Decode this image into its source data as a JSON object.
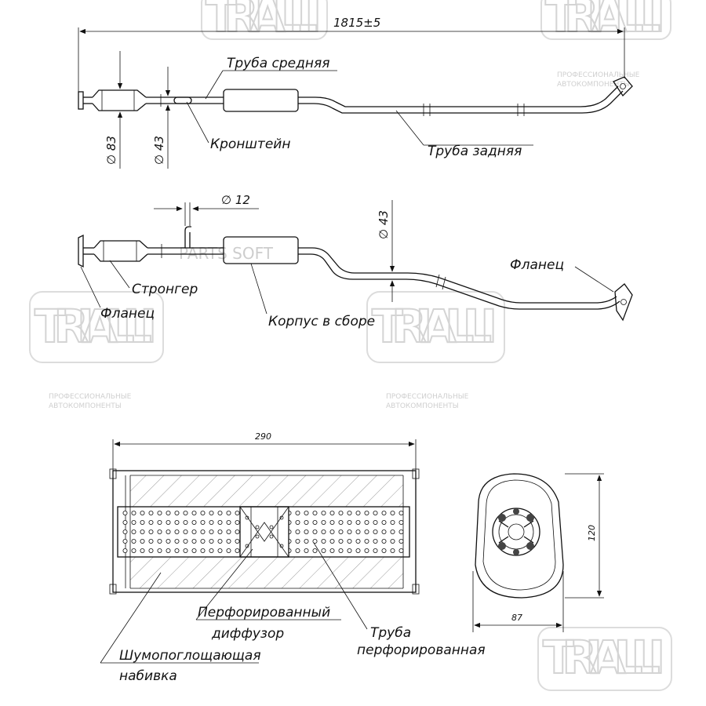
{
  "watermark": {
    "brand": "TRIALLI",
    "tagline_1": "ПРОФЕССИОНАЛЬНЫЕ",
    "tagline_2": "АВТОКОМПОНЕНТЫ",
    "parts_soft": "PARTS SOFT"
  },
  "view_top": {
    "length_dim": "1815±5",
    "dia_inlet": "∅ 83",
    "dia_pipe": "∅ 43",
    "label_mid_pipe": "Труба средняя",
    "label_bracket": "Кронштейн",
    "label_rear_pipe": "Труба задняя"
  },
  "view_side": {
    "dia_bracket": "∅ 12",
    "dia_pipe": "∅ 43",
    "label_stronger": "Стронгер",
    "label_flange_left": "Фланец",
    "label_body": "Корпус в сборе",
    "label_flange_right": "Фланец"
  },
  "view_section": {
    "length_dim": "290",
    "height_dim": "120",
    "width_dim": "87",
    "label_diffuser_1": "Перфорированный",
    "label_diffuser_2": "диффузор",
    "label_perf_pipe_1": "Труба",
    "label_perf_pipe_2": "перфорированная",
    "label_packing_1": "Шумопоглощающая",
    "label_packing_2": "набивка"
  }
}
